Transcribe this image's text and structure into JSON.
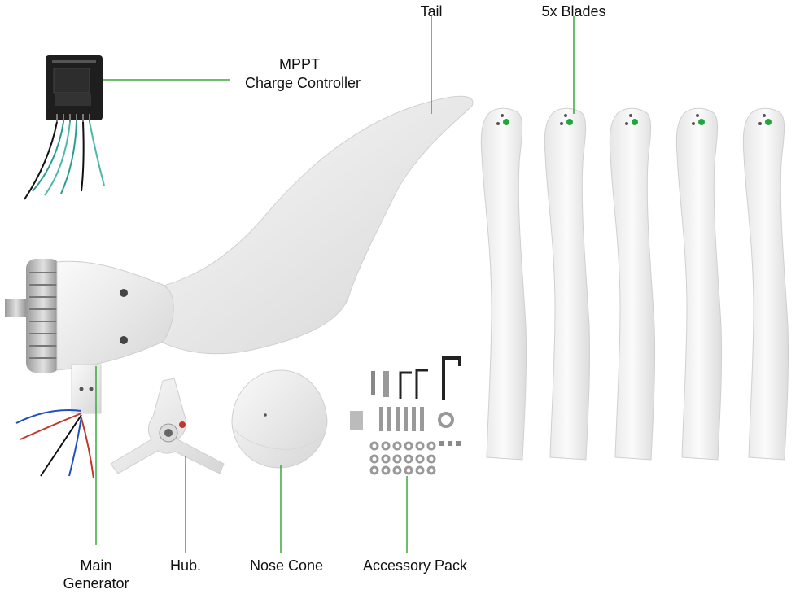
{
  "labels": {
    "mppt_line1": "MPPT",
    "mppt_line2": "Charge Controller",
    "tail": "Tail",
    "blades": "5x Blades",
    "main_line1": "Main",
    "main_line2": "Generator",
    "hub": "Hub.",
    "nose_cone": "Nose Cone",
    "accessory_pack": "Accessory Pack"
  },
  "colors": {
    "leader_line": "#3aa83a",
    "part_white": "#f1f1f1",
    "part_shadow": "#c9c9c9",
    "controller_body": "#1e1e1e",
    "blade_dot": "#1fa83a",
    "hub_dot": "#c0392b"
  },
  "parts": [
    {
      "name": "mppt-charge-controller"
    },
    {
      "name": "tail"
    },
    {
      "name": "blade",
      "count": 5
    },
    {
      "name": "main-generator"
    },
    {
      "name": "hub"
    },
    {
      "name": "nose-cone"
    },
    {
      "name": "accessory-pack"
    }
  ]
}
